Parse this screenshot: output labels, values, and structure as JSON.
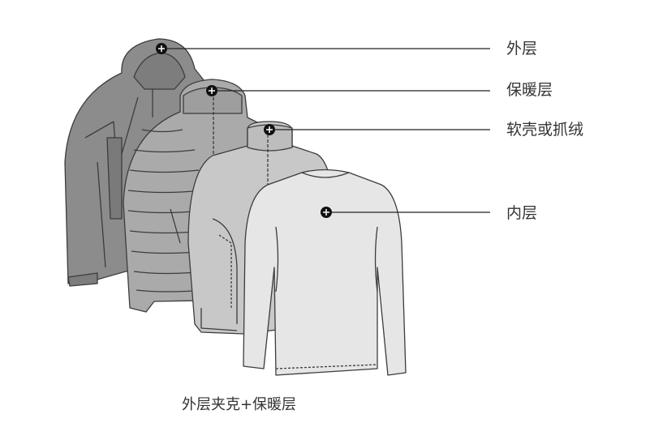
{
  "labels": {
    "outer": "外层",
    "warm": "保暖层",
    "soft": "软壳或抓绒",
    "inner": "内层"
  },
  "caption": "外层夹克+保暖层",
  "colors": {
    "outer_layer": "#8c8c8c",
    "warm_layer": "#aaaaaa",
    "soft_layer": "#c8c8c8",
    "inner_layer": "#e6e6e6",
    "outline": "#3c3c3c",
    "leader_line": "#222222",
    "marker": "#111111"
  },
  "icons": [
    "plus-marker-icon",
    "hardshell-jacket-icon",
    "down-jacket-icon",
    "fleece-jacket-icon",
    "base-layer-shirt-icon"
  ]
}
